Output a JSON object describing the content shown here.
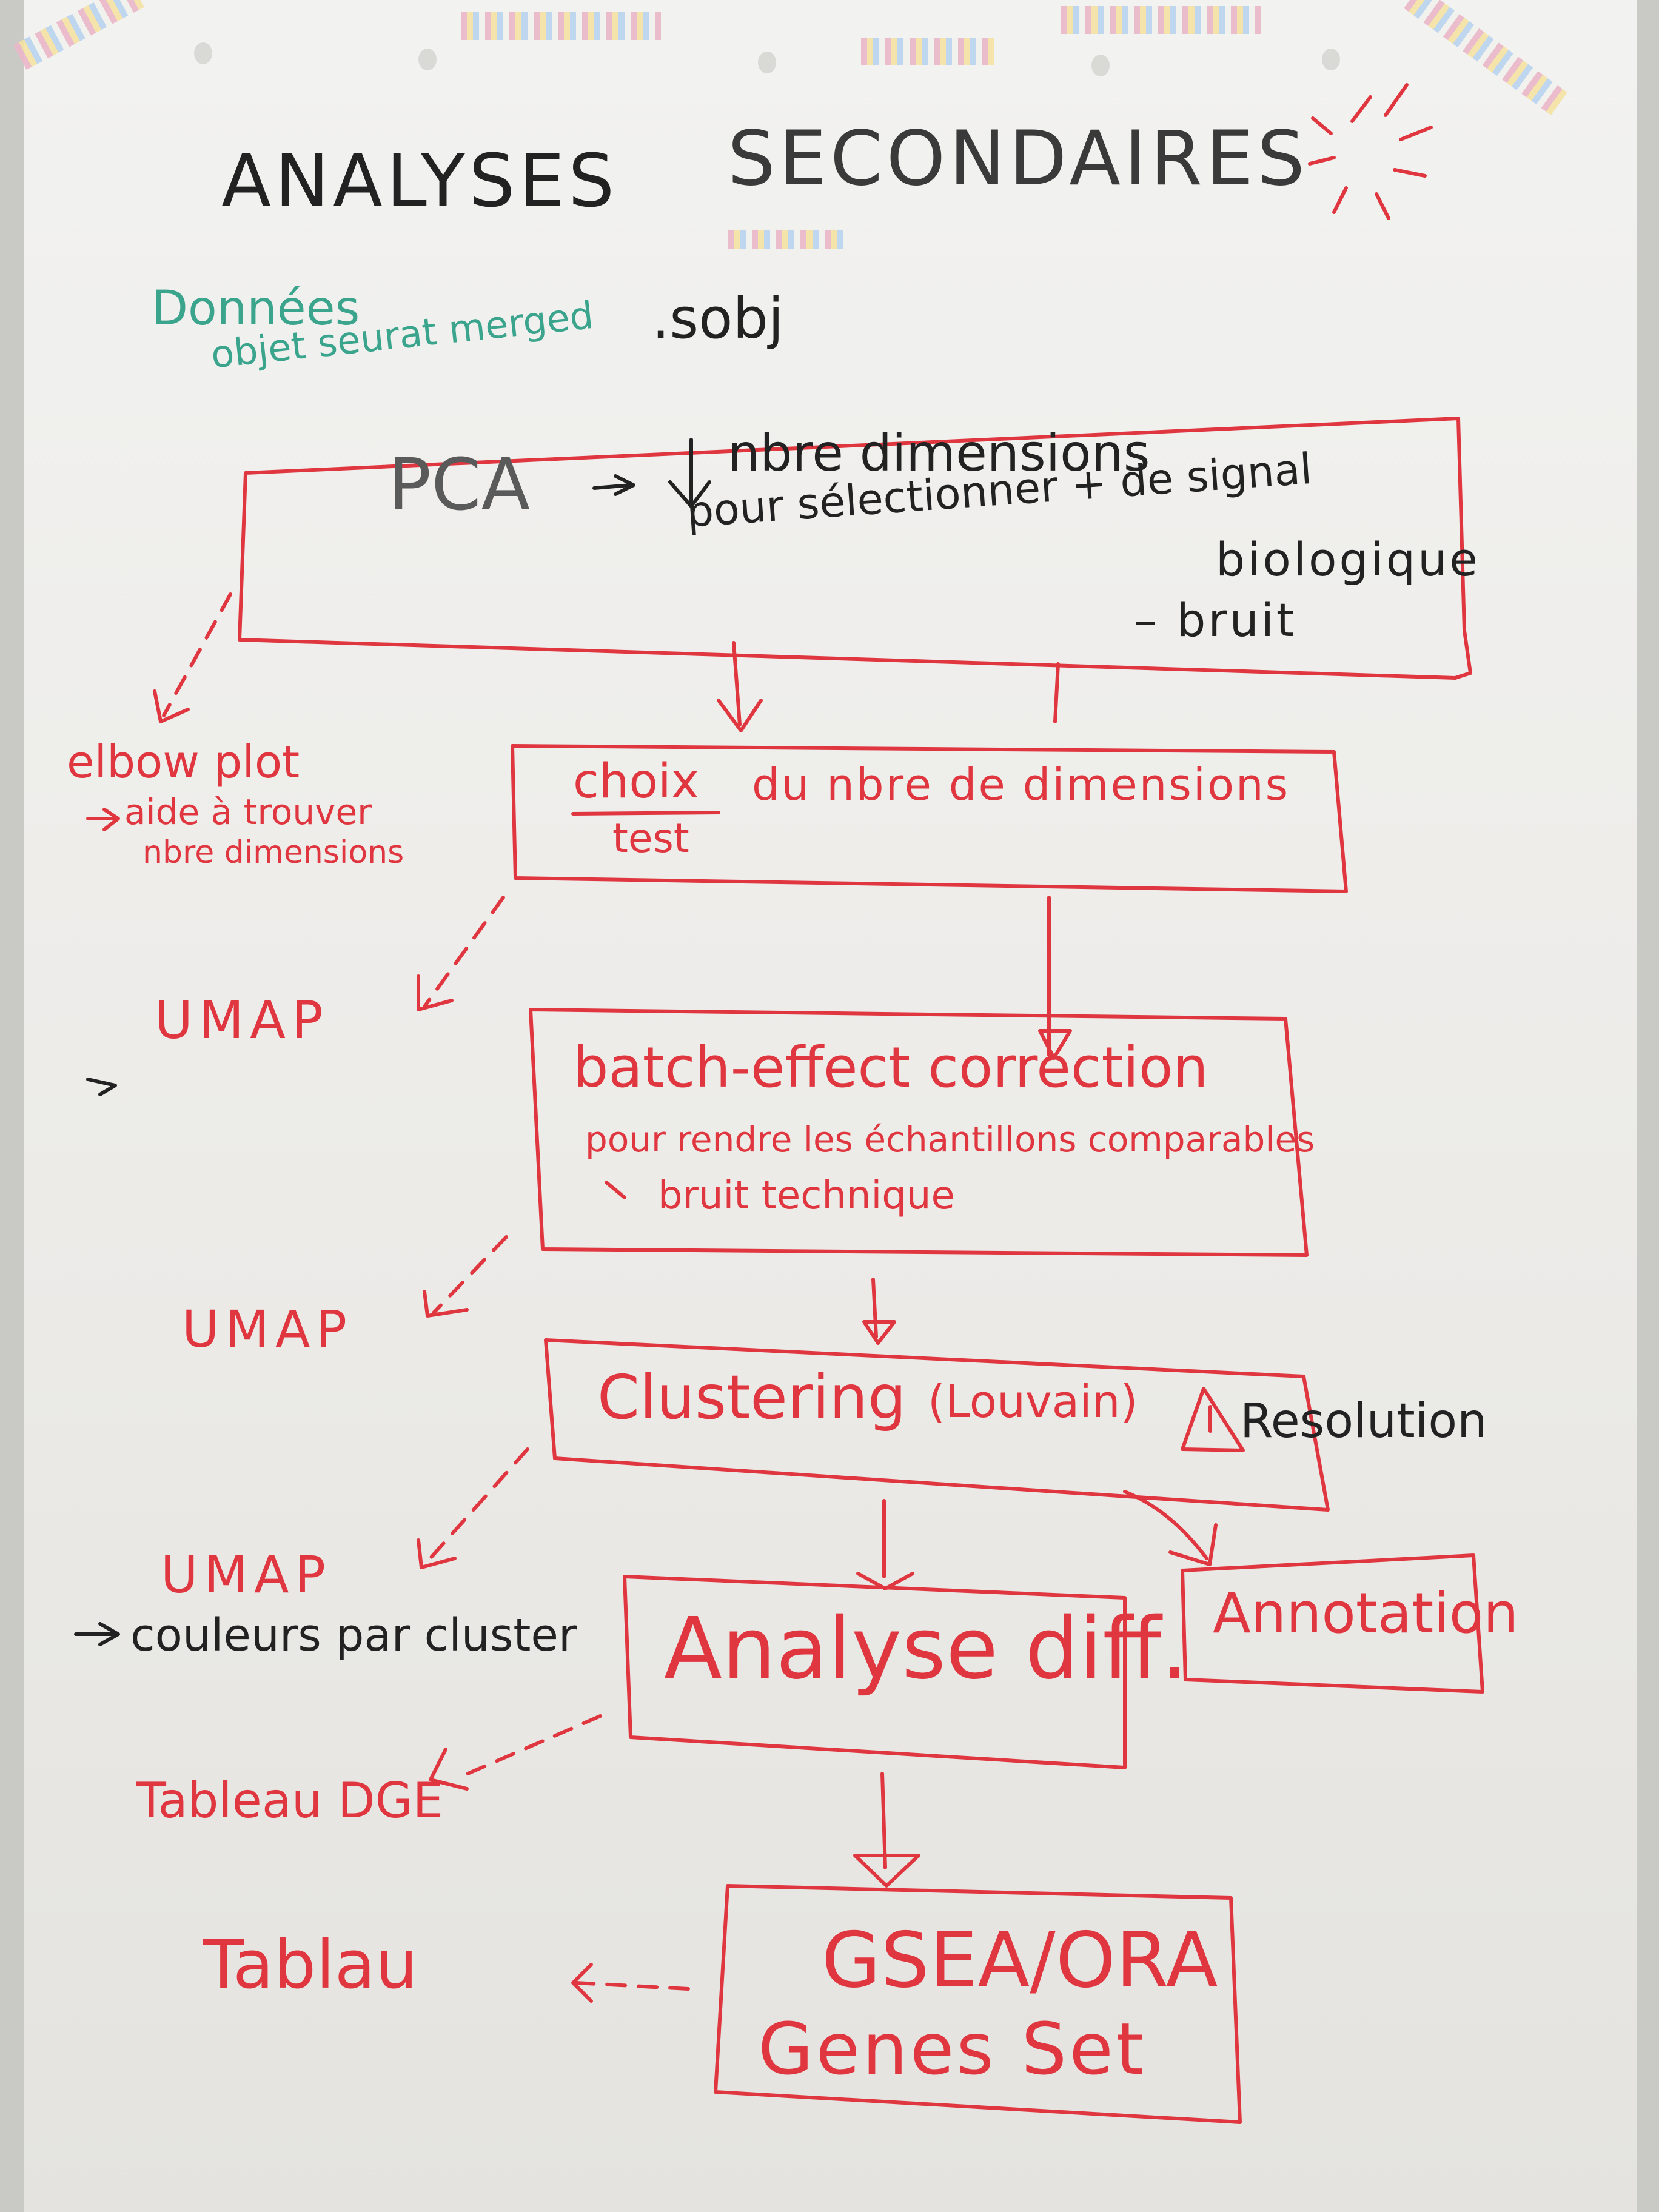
{
  "title": {
    "left": "ANALYSES",
    "right": "SECONDAIRES"
  },
  "data_note": {
    "label": "Données",
    "sublabel": "objet seurat merged",
    "extension": ".sobj"
  },
  "pca": {
    "title": "PCA",
    "line1": "nbre dimensions",
    "line2": "pour sélectionner + de signal",
    "line3": "biologique",
    "line4": "– bruit"
  },
  "elbow": {
    "title": "elbow plot",
    "line1": "aide à trouver",
    "line2": "nbre dimensions"
  },
  "choix": {
    "label": "choix",
    "rest": "du nbre de dimensions",
    "sub": "test"
  },
  "umap1": "UMAP",
  "batch": {
    "title": "batch-effect correction",
    "line1": "pour rendre les échantillons comparables",
    "line2": "bruit technique"
  },
  "umap2": "UMAP",
  "clustering": {
    "label": "Clustering",
    "method": "(Louvain)",
    "warning": "Resolution"
  },
  "umap3": {
    "title": "UMAP",
    "note": "couleurs par cluster"
  },
  "analyse": "Analyse diff.",
  "annotation": "Annotation",
  "dge": "Tableau DGE",
  "gsea": {
    "line1": "GSEA/ORA",
    "line2": "Genes Set"
  },
  "tablau": "Tablau",
  "colors": {
    "marker_red": "#e0363f",
    "marker_black": "#222222",
    "marker_green": "#3aa48c"
  }
}
